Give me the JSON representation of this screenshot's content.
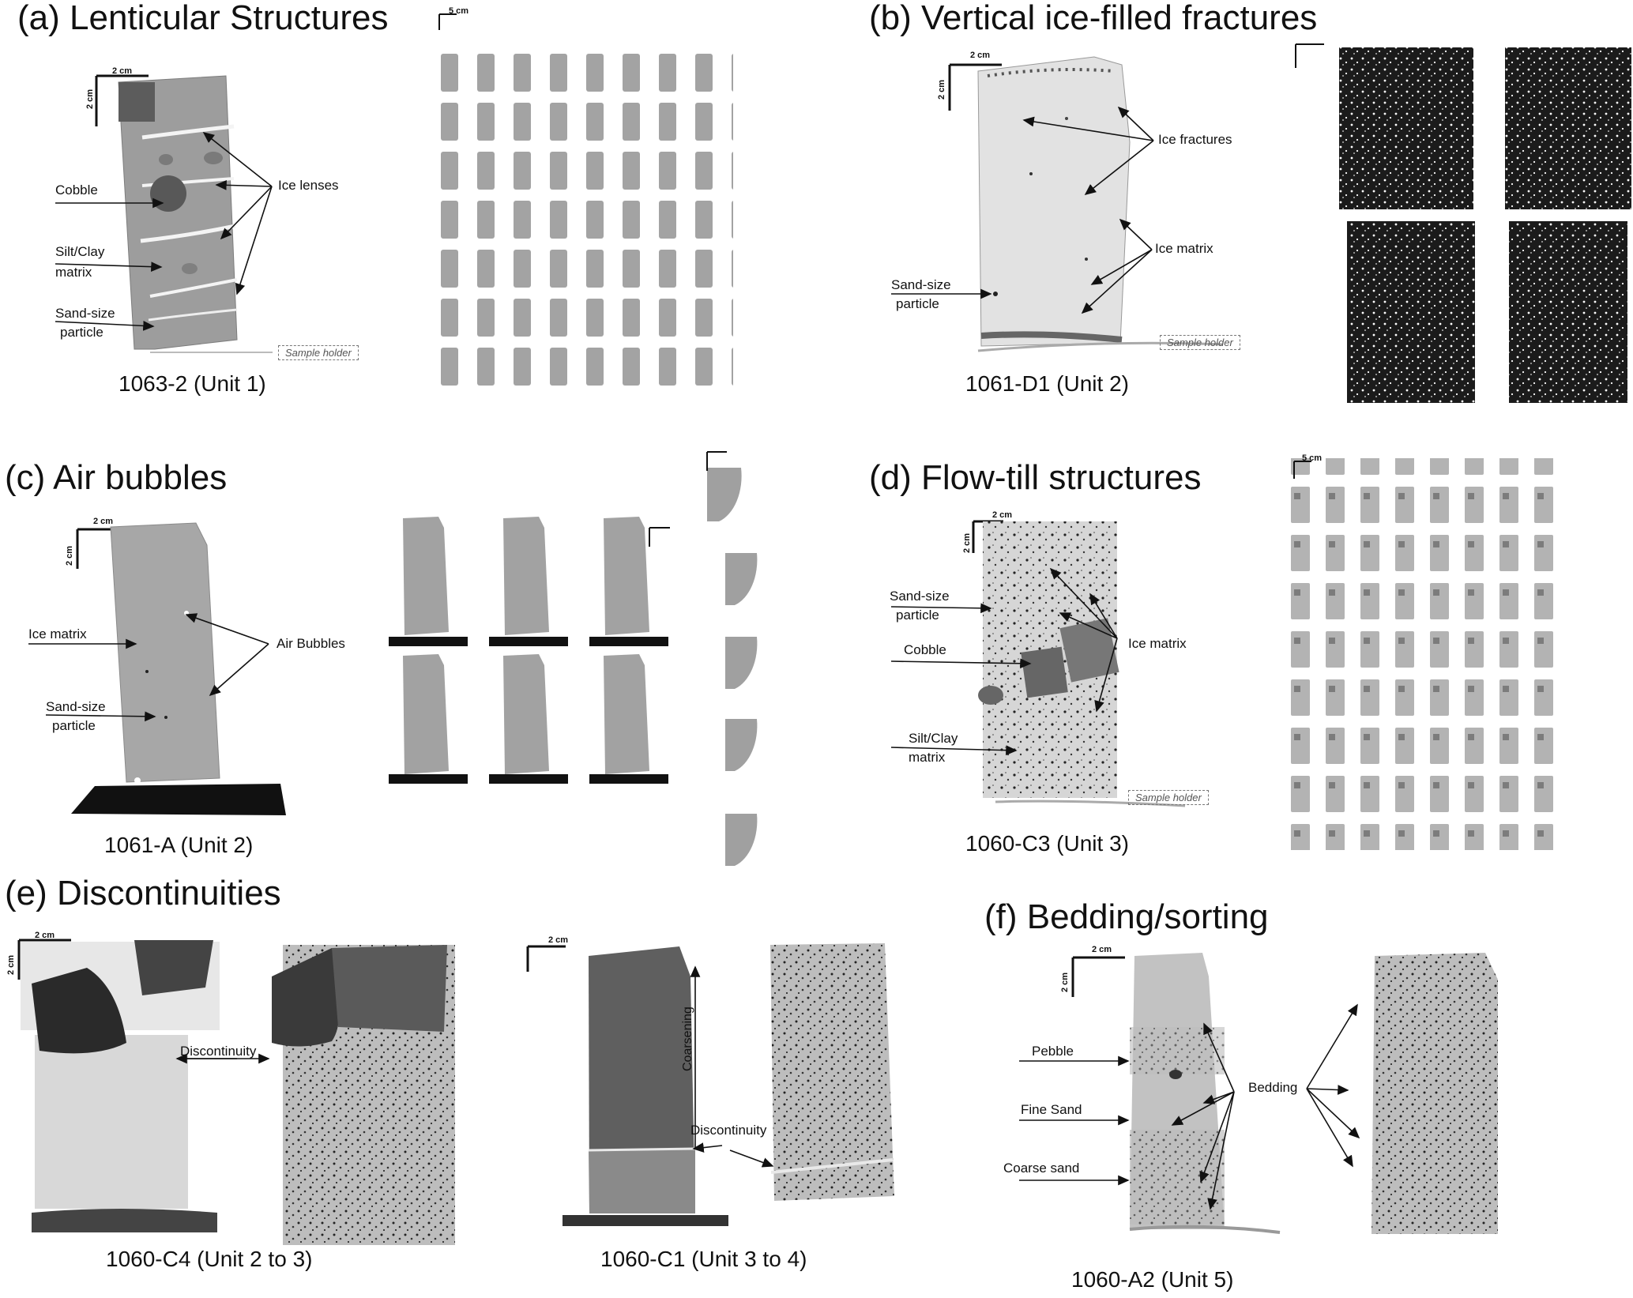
{
  "panels": {
    "a": {
      "title": "(a) Lenticular Structures",
      "sample": "1063-2 (Unit 1)",
      "scale_h": "2 cm",
      "scale_v": "2 cm",
      "mini_scale": "5 cm",
      "labels": [
        "Cobble",
        "Silt/Clay",
        "matrix",
        "Sand-size",
        "particle",
        "Ice lenses"
      ],
      "holder": "Sample holder"
    },
    "b": {
      "title": "(b) Vertical ice-filled fractures",
      "sample": "1061-D1 (Unit 2)",
      "scale_h": "2 cm",
      "scale_v": "2 cm",
      "labels": [
        "Ice fractures",
        "Ice matrix",
        "Sand-size",
        "particle"
      ],
      "holder": "Sample holder"
    },
    "c": {
      "title": "(c) Air bubbles",
      "sample": "1061-A (Unit 2)",
      "scale_h": "2 cm",
      "scale_v": "2 cm",
      "labels": [
        "Ice matrix",
        "Sand-size",
        "particle",
        "Air Bubbles"
      ]
    },
    "d": {
      "title": "(d) Flow-till structures",
      "sample": "1060-C3 (Unit 3)",
      "scale_h": "2 cm",
      "scale_v": "2 cm",
      "mini_scale": "5 cm",
      "labels": [
        "Sand-size",
        "particle",
        "Cobble",
        "Silt/Clay",
        "matrix",
        "Ice matrix"
      ],
      "holder": "Sample holder"
    },
    "e": {
      "title": "(e) Discontinuities",
      "sample_left": "1060-C4 (Unit 2 to 3)",
      "sample_right": "1060-C1 (Unit 3 to 4)",
      "scale_h": "2 cm",
      "scale_v": "2 cm",
      "labels": [
        "Discontinuity",
        "Coarsening",
        "Discontinuity"
      ]
    },
    "f": {
      "title": "(f) Bedding/sorting",
      "sample": "1060-A2 (Unit 5)",
      "scale_h": "2 cm",
      "scale_v": "2 cm",
      "labels": [
        "Pebble",
        "Fine Sand",
        "Coarse sand",
        "Bedding"
      ]
    }
  }
}
